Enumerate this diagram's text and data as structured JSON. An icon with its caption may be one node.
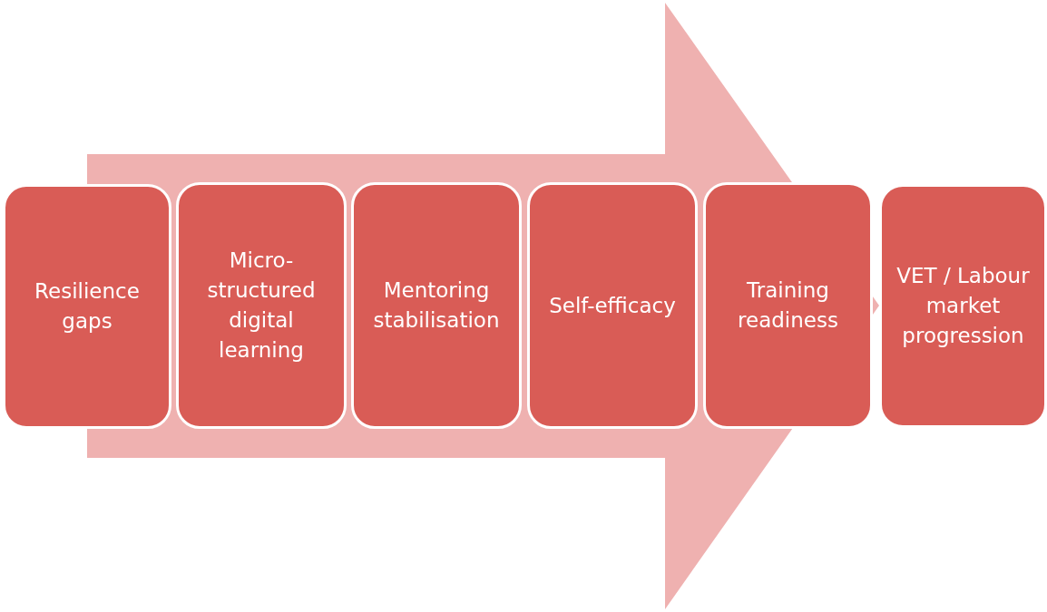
{
  "diagram": {
    "nodes": [
      {
        "text": [
          "Resilience gaps"
        ]
      },
      {
        "text": [
          "Micro-structured digital learning"
        ]
      },
      {
        "text": [
          "Mentoring stabilisation"
        ]
      },
      {
        "text": [
          "Self-efficacy"
        ]
      },
      {
        "text": [
          "Training readiness"
        ]
      },
      {
        "text": [
          "VET / Labour market progression"
        ]
      }
    ],
    "edges": [
      {
        "from": 0,
        "to": 5,
        "arrow": "to"
      }
    ]
  }
}
